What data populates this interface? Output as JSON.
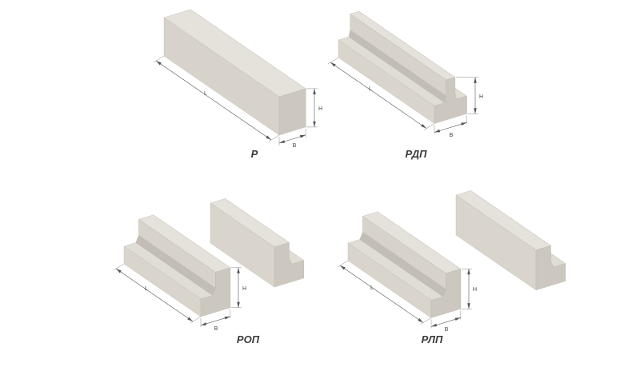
{
  "figures": [
    {
      "id": "r",
      "label": "Р",
      "dims": {
        "L": "L",
        "H": "H",
        "B": "B"
      }
    },
    {
      "id": "rdp",
      "label": "РДП",
      "dims": {
        "L": "L",
        "H": "H",
        "B": "B"
      }
    },
    {
      "id": "rop",
      "label": "РОП",
      "dims": {
        "L": "L",
        "H": "H",
        "B": "B"
      }
    },
    {
      "id": "rlp",
      "label": "РЛП",
      "dims": {
        "L": "L",
        "H": "H",
        "B": "B"
      }
    }
  ],
  "palette": {
    "background": "#ffffff",
    "face_top": "#e5e2db",
    "face_side": "#d7d3cb",
    "face_end": "#ccc8bf",
    "face_dark": "#b9b5ac",
    "dimension_line": "#555555",
    "label_text": "#3a3a3a"
  }
}
